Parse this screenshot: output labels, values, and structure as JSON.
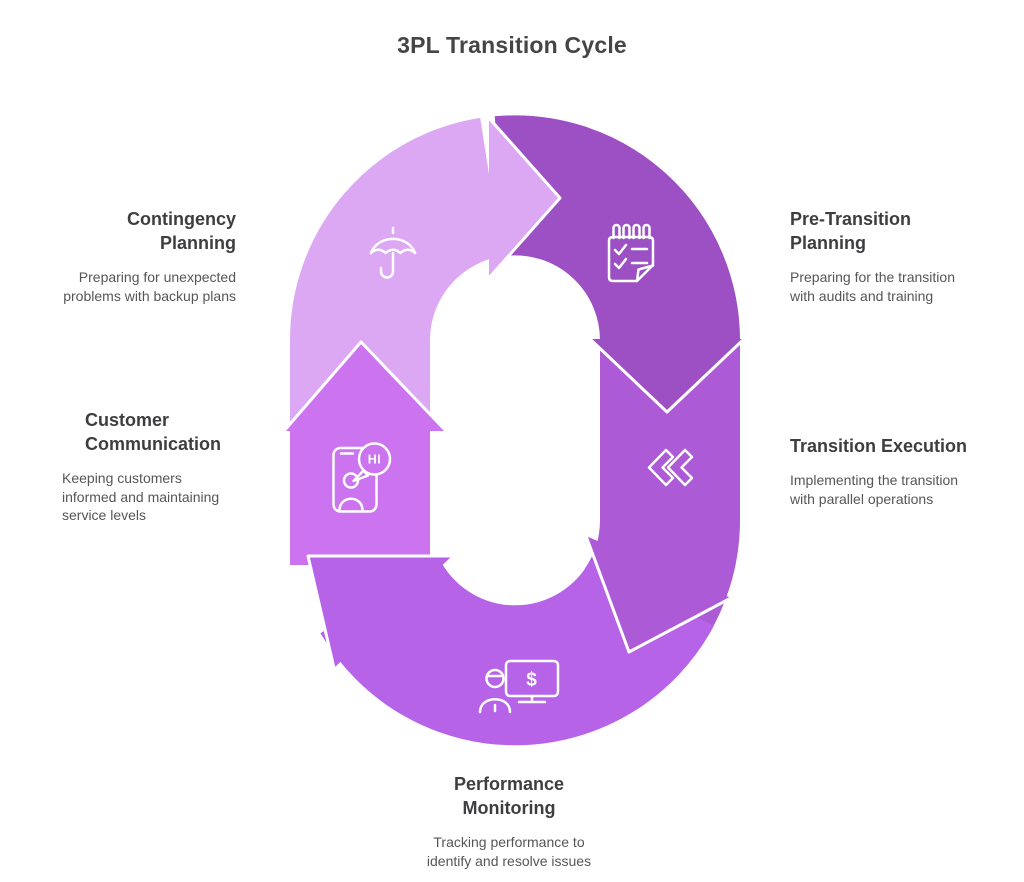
{
  "title": "3PL Transition Cycle",
  "colors": {
    "contingency": "#dca7f3",
    "pre_transition": "#9c50c4",
    "execution": "#ac5ad6",
    "monitoring": "#b763e8",
    "communication": "#cc73f0",
    "icon": "#ffffff",
    "title_text": "#454548",
    "heading_text": "#3e3e41",
    "body_text": "#565659"
  },
  "stages": [
    {
      "id": "contingency-planning",
      "position": "top-left",
      "icon": "umbrella-icon",
      "title": "Contingency\nPlanning",
      "description": "Preparing for unexpected\nproblems with backup plans"
    },
    {
      "id": "pre-transition-planning",
      "position": "top-right",
      "icon": "checklist-notepad-icon",
      "title": "Pre-Transition\nPlanning",
      "description": "Preparing for the transition\nwith audits and training"
    },
    {
      "id": "transition-execution",
      "position": "right",
      "icon": "double-chevron-icon",
      "title": "Transition Execution",
      "description": "Implementing the transition\nwith parallel operations"
    },
    {
      "id": "performance-monitoring",
      "position": "bottom",
      "icon": "person-monitor-dollar-icon",
      "title": "Performance\nMonitoring",
      "description": "Tracking performance to\nidentify and resolve issues"
    },
    {
      "id": "customer-communication",
      "position": "left",
      "icon": "phone-greeting-icon",
      "title": "Customer\nCommunication",
      "description": "Keeping customers\ninformed and maintaining\nservice levels"
    }
  ],
  "icon_text": {
    "greeting_bubble": "HI",
    "monitor_currency": "$"
  }
}
